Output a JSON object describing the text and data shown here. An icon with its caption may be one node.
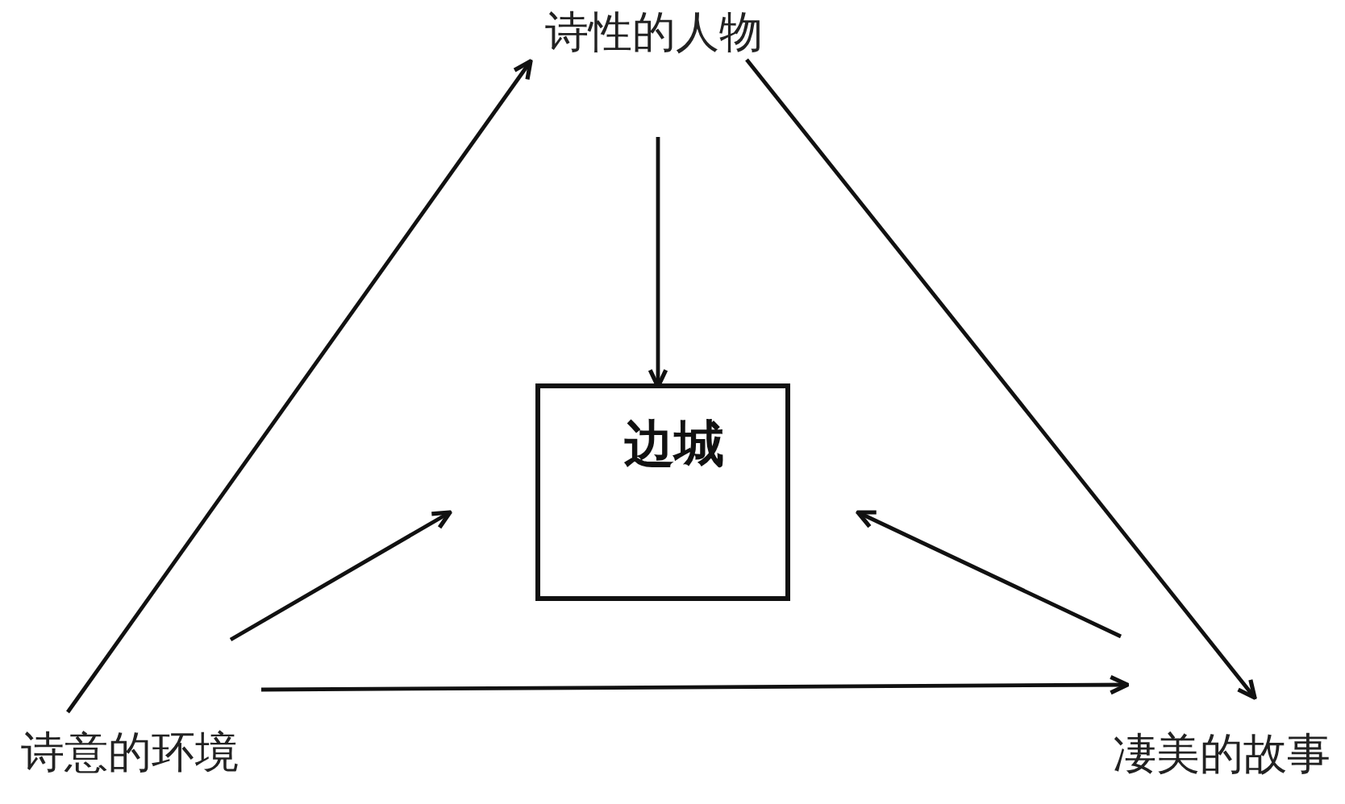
{
  "diagram": {
    "nodes": [
      {
        "text": [
          "诗性的人物"
        ]
      },
      {
        "text": [
          "边城"
        ]
      },
      {
        "text": [
          "诗意的环境"
        ]
      },
      {
        "text": [
          "凄美的故事"
        ]
      }
    ],
    "edges": [
      {
        "from": 2,
        "to": 0,
        "arrow": "to"
      },
      {
        "from": 0,
        "to": 3,
        "arrow": "to"
      },
      {
        "from": 0,
        "to": 1,
        "arrow": "to"
      },
      {
        "from": 2,
        "to": 1,
        "arrow": "to"
      },
      {
        "from": 3,
        "to": 1,
        "arrow": "to"
      },
      {
        "from": 2,
        "to": 3,
        "arrow": "to"
      }
    ]
  }
}
